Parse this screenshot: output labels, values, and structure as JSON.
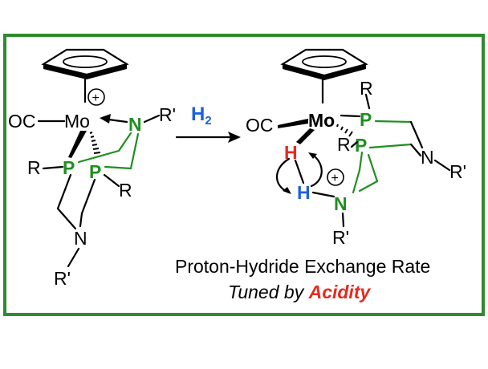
{
  "reactant": {
    "metal": "Mo",
    "co": "OC",
    "charge": "+",
    "r_nitrogen_sub": "R'",
    "r_phosphorus_left": "R",
    "r_phosphorus_right": "R",
    "p_left": "P",
    "p_right": "P",
    "n_top": "N",
    "n_bottom": "N",
    "r_bottom": "R'"
  },
  "reagent": {
    "main": "H",
    "subscript": "2"
  },
  "product": {
    "metal": "Mo",
    "co": "OC",
    "p_top": "P",
    "p_mid": "P",
    "r_top": "R",
    "r_mid": "R",
    "n_right": "N",
    "r_right": "R'",
    "hydride": "H",
    "proton": "H",
    "n_protonated": "N",
    "charge": "+",
    "r_bottom": "R'"
  },
  "caption": {
    "line1": "Proton-Hydride Exchange Rate",
    "line2_prefix": "Tuned by ",
    "line2_highlight": "Acidity"
  },
  "colors": {
    "frame": "#2e8b2e",
    "phosphine_ligand": "#1f8f1f",
    "hydride": "#e8291c",
    "proton": "#1f5fe0",
    "highlight": "#e8291c"
  }
}
